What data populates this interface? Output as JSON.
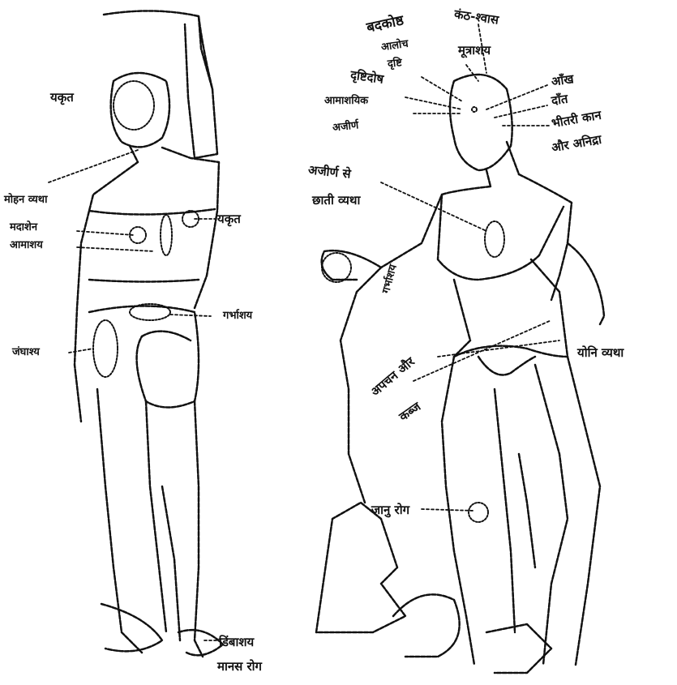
{
  "colors": {
    "ink": "#111111",
    "paper": "#ffffff"
  },
  "left_figure": {
    "labels": {
      "head": "यकृत",
      "throat": "मोहन व्यथा",
      "kidney": "मदाशेन",
      "stomach": "आमाशय",
      "liver": "यकृत",
      "womb": "गर्भाशय",
      "hip": "जंघाश्य",
      "foot1": "डिंबाशय",
      "foot2": "मानस रोग"
    }
  },
  "right_figure": {
    "labels": {
      "top1": "कंठ-श्वास",
      "top2": "मूत्राशय",
      "h1": "बदकोष्ठ",
      "h2": "आलोच",
      "h3": "दृष्टि",
      "h4": "दृष्टिदोष",
      "h5": "आमाशयिक",
      "h6": "अजीर्ण",
      "eye": "आँख",
      "teeth": "दाँत",
      "ear": "भीतरी कान",
      "ear2": "और अनिद्रा",
      "chest1": "अजीर्ण से",
      "chest2": "छाती व्यथा",
      "arm_vertical": "गर्भाशय",
      "leg_diag1": "अपचन और",
      "leg_diag2": "कब्ज",
      "genital": "योनि व्यथा",
      "knee": "जानु रोग"
    }
  }
}
